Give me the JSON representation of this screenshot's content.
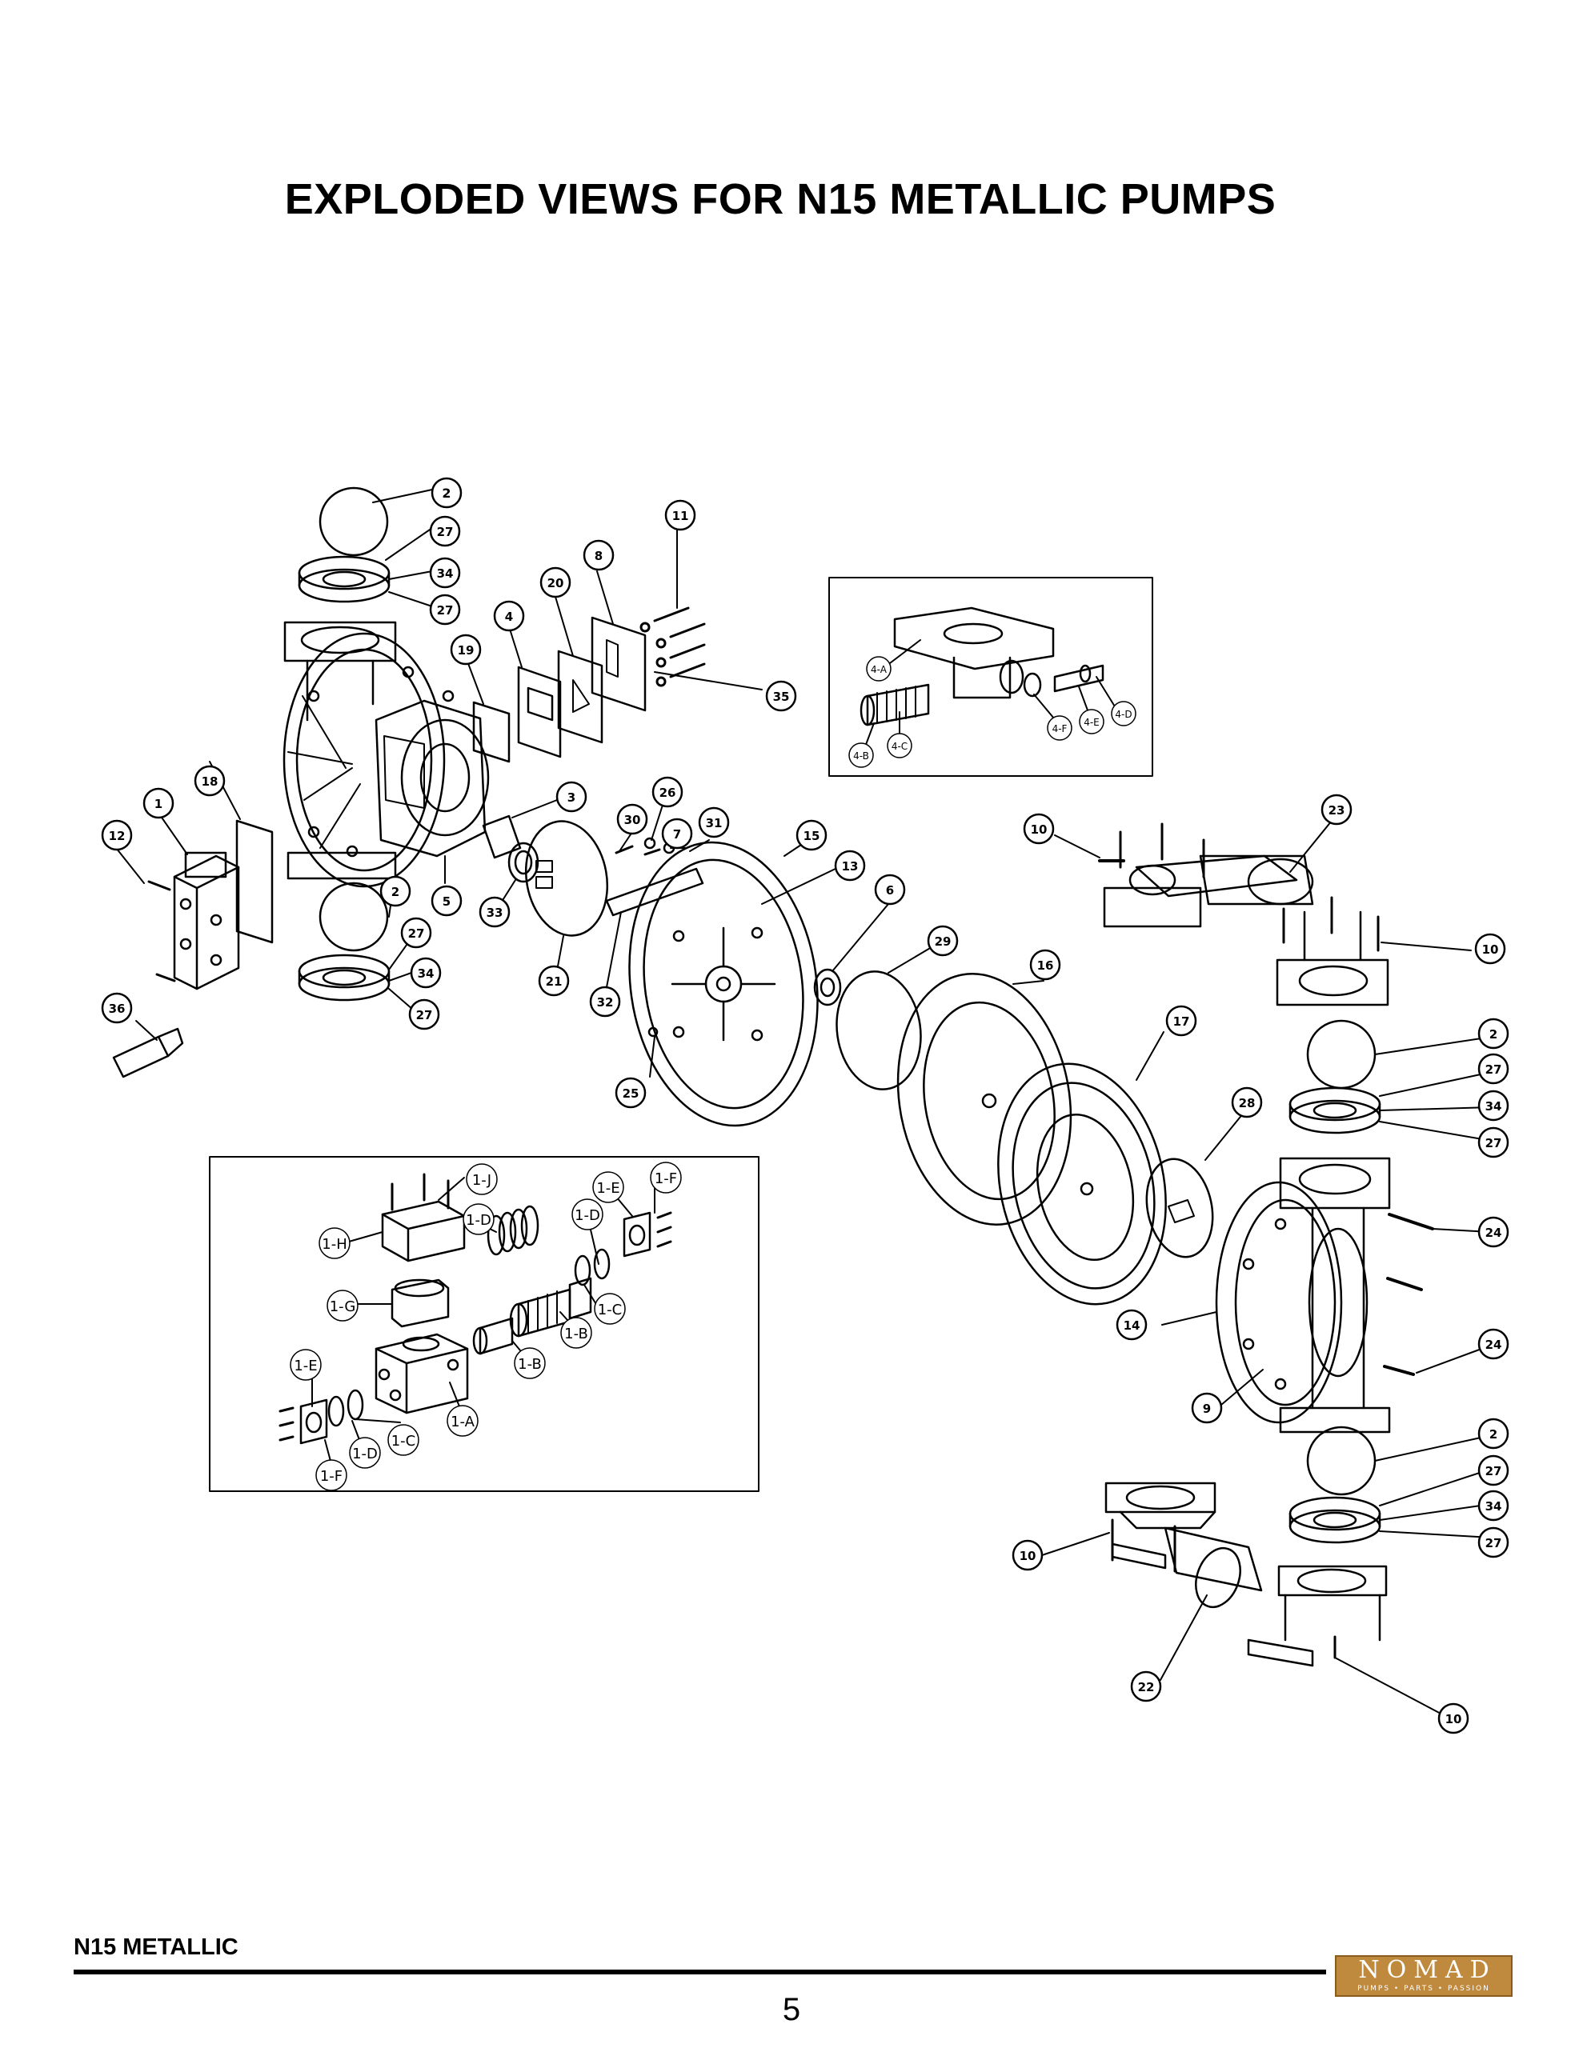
{
  "title": "EXPLODED VIEWS FOR N15 METALLIC PUMPS",
  "footer": {
    "model": "N15 METALLIC",
    "page_number": "5"
  },
  "logo": {
    "word": "NOMAD",
    "tagline": "PUMPS • PARTS • PASSION",
    "color": "#c08a3e"
  },
  "callouts": {
    "main": [
      "2",
      "27",
      "34",
      "27",
      "11",
      "8",
      "20",
      "4",
      "19",
      "35",
      "18",
      "1",
      "12",
      "3",
      "26",
      "30",
      "7",
      "31",
      "15",
      "13",
      "2",
      "5",
      "33",
      "27",
      "34",
      "27",
      "36",
      "21",
      "32",
      "6",
      "29",
      "25",
      "16",
      "10",
      "23",
      "10",
      "2",
      "27",
      "34",
      "27",
      "17",
      "28",
      "24",
      "14",
      "24",
      "9",
      "2",
      "27",
      "34",
      "27",
      "10",
      "22",
      "10"
    ],
    "inset_air_valve": [
      "1-J",
      "1-E",
      "1-F",
      "1-D",
      "1-D",
      "1-H",
      "1-G",
      "1-C",
      "1-B",
      "1-B",
      "1-E",
      "1-A",
      "1-C",
      "1-D",
      "1-F"
    ],
    "inset_pilot": [
      "4-A",
      "4-B",
      "4-C",
      "4-F",
      "4-E",
      "4-D"
    ]
  }
}
